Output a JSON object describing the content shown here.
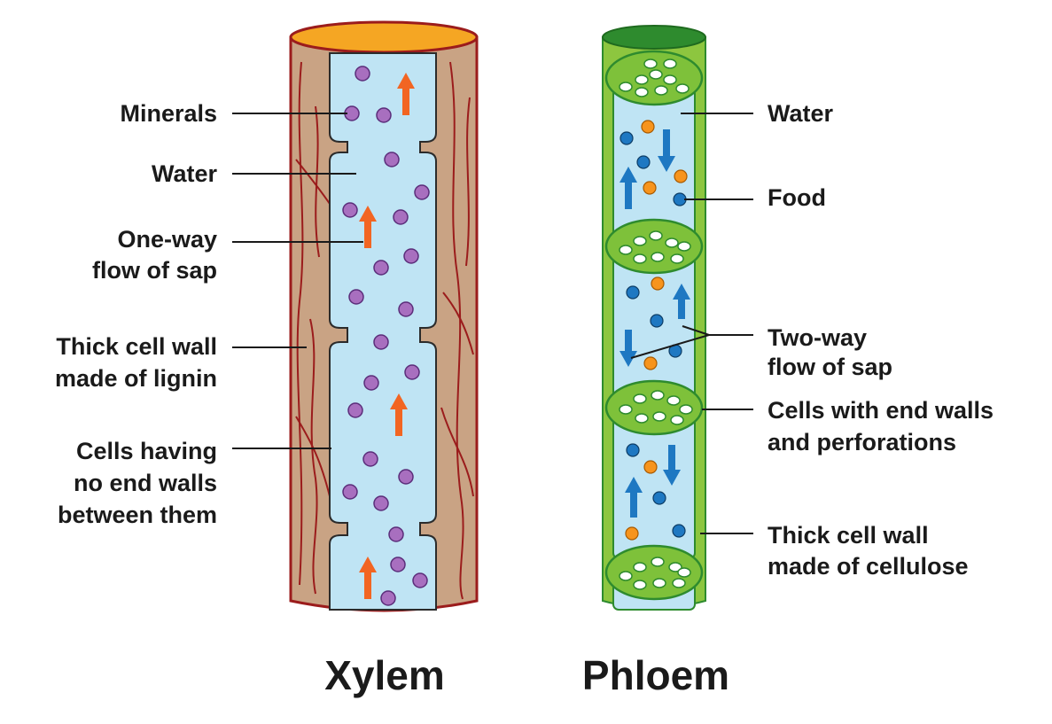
{
  "colors": {
    "xylem_wall": "#c9a384",
    "xylem_outline": "#9b1c1c",
    "xylem_top": "#f5a623",
    "lumen": "#bfe4f4",
    "lumen_outline": "#2b2b2b",
    "mineral": "#a86fbf",
    "xylem_arrow": "#f26522",
    "phloem_wall": "#8dc63f",
    "phloem_dark": "#2e8b2e",
    "sieve_plate": "#7ec13a",
    "food": "#1e78c2",
    "water_dot": "#f7941d",
    "phloem_arrow": "#1e78c2"
  },
  "xylem": {
    "title": "Xylem",
    "labels": {
      "minerals": "Minerals",
      "water": "Water",
      "flow_1": "One-way",
      "flow_2": "flow of sap",
      "wall_1": "Thick cell wall",
      "wall_2": "made of lignin",
      "cells_1": "Cells having",
      "cells_2": "no end walls",
      "cells_3": "between them"
    }
  },
  "phloem": {
    "title": "Phloem",
    "labels": {
      "water": "Water",
      "food": "Food",
      "flow_1": "Two-way",
      "flow_2": "flow of sap",
      "ends_1": "Cells with end walls",
      "ends_2": "and perforations",
      "wall_1": "Thick cell wall",
      "wall_2": "made of cellulose"
    }
  }
}
